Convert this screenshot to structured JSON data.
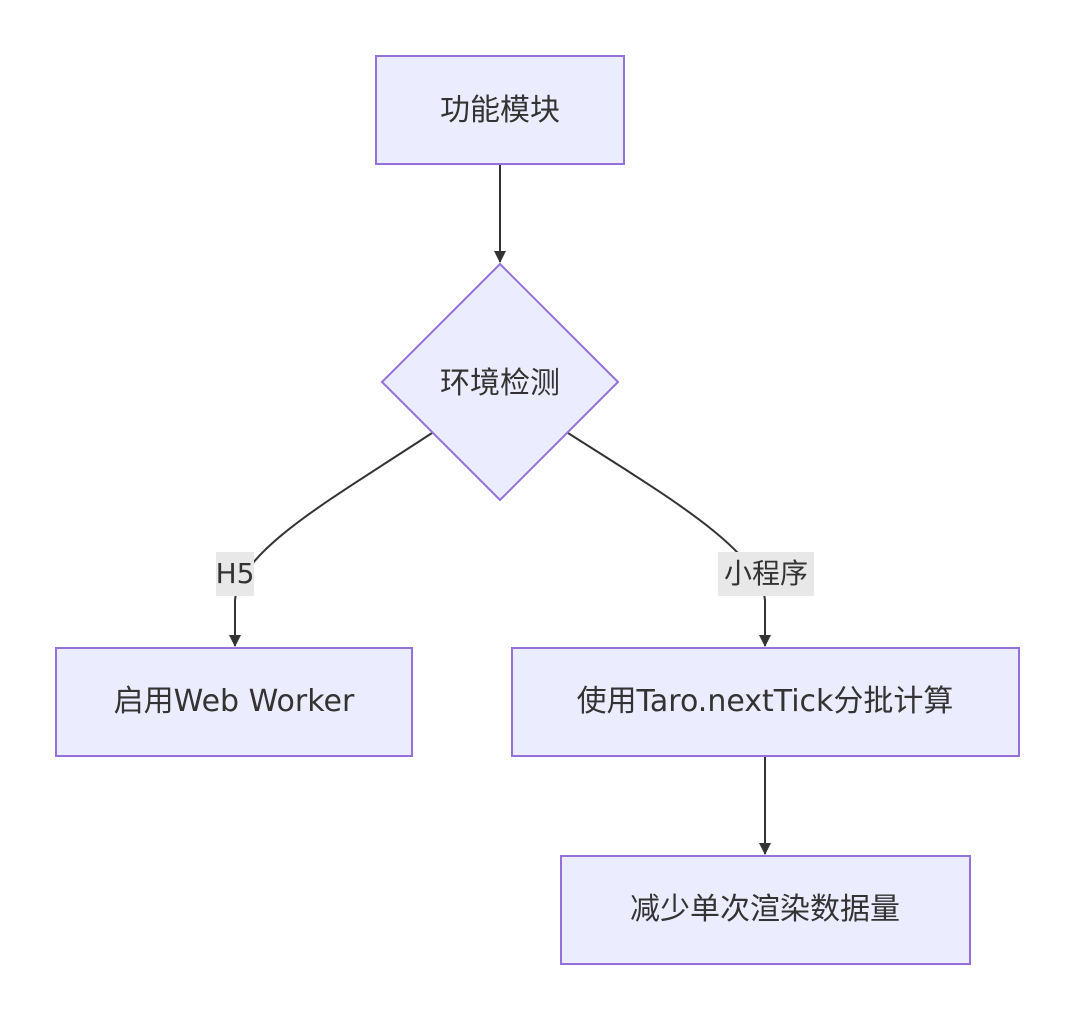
{
  "nodes": {
    "module": {
      "label": "功能模块"
    },
    "env_check": {
      "label": "环境检测"
    },
    "web_worker": {
      "label": "启用Web Worker"
    },
    "next_tick": {
      "label": "使用Taro.nextTick分批计算"
    },
    "reduce_data": {
      "label": "减少单次渲染数据量"
    }
  },
  "edges": {
    "h5": {
      "label": "H5"
    },
    "miniprogram": {
      "label": "小程序"
    }
  },
  "colors": {
    "node_fill": "#ECECFF",
    "node_stroke": "#9370DB",
    "edge": "#333333",
    "edge_label_bg": "#E8E8E8"
  }
}
